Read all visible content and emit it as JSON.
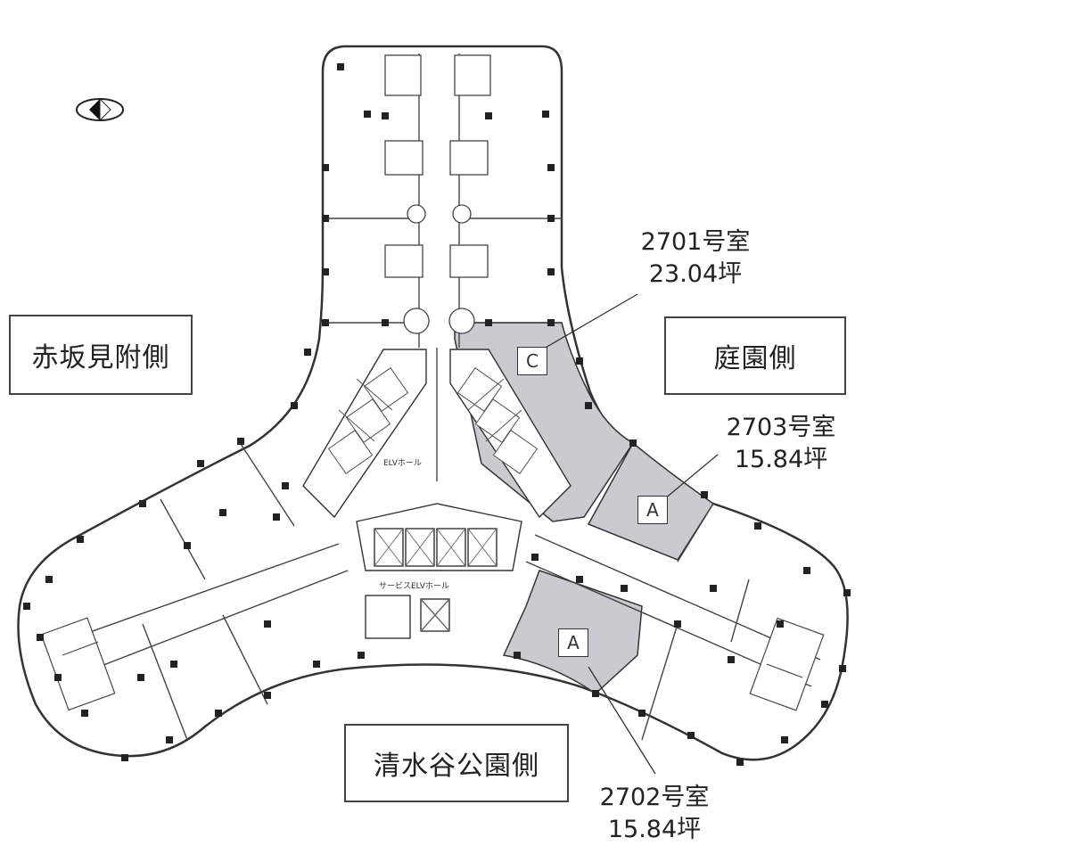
{
  "side_labels": {
    "akasaka": "赤坂見附側",
    "garden": "庭園側",
    "shimizudani": "清水谷公園側"
  },
  "units": [
    {
      "number": "2701号室",
      "area": "23.04坪",
      "tag": "C"
    },
    {
      "number": "2703号室",
      "area": "15.84坪",
      "tag": "A"
    },
    {
      "number": "2702号室",
      "area": "15.84坪",
      "tag": "A"
    }
  ],
  "hall_labels": {
    "elv_hall": "ELVホール",
    "service_elv_hall": "サービスELVホール"
  },
  "colors": {
    "wall": "#333333",
    "highlight": "#c9cbd0",
    "column": "#222222"
  }
}
